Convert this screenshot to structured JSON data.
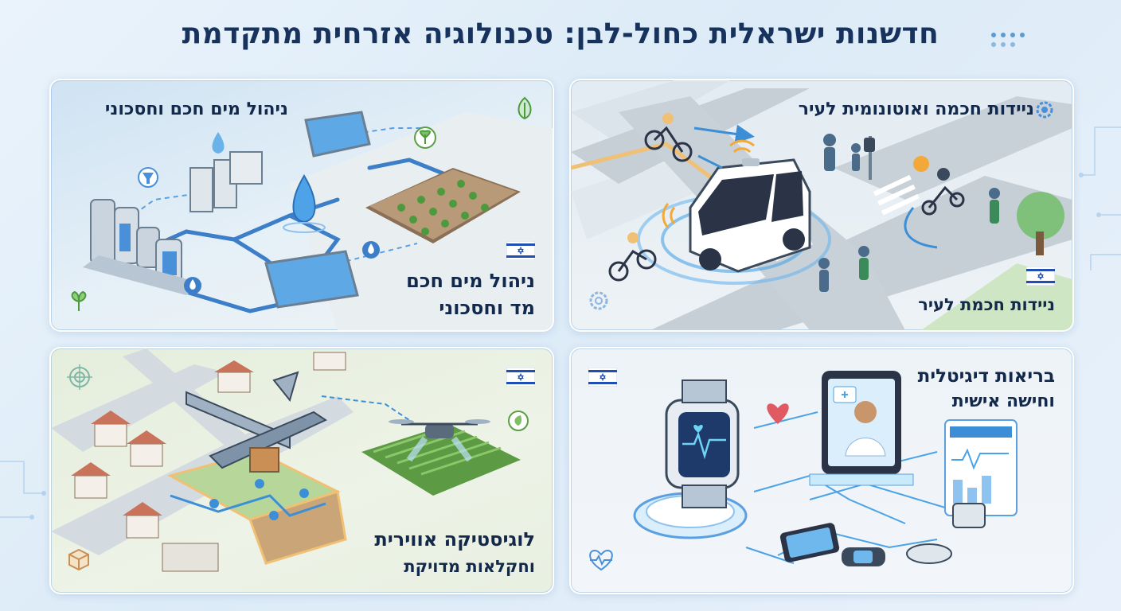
{
  "title": "חדשנות ישראלית כחול-לבן: טכנולוגיה אזרחית מתקדמת",
  "panels": {
    "water": {
      "header": "ניהול מים חכם וחסכוני",
      "caption_line1": "ניהול מים חכם",
      "caption_line2": "מד וחסכוני"
    },
    "mobility": {
      "header": "ניידות חכמה ואוטונומית לעיר",
      "caption": "ניידות חכמת לעיר"
    },
    "logistics": {
      "caption_line1": "לוגיסטיקה אווירית",
      "caption_line2": "וחקלאות מדויקת"
    },
    "health": {
      "header_line1": "בריאות דיגיטלית",
      "header_line2": "וחישה אישית"
    }
  },
  "colors": {
    "title": "#17325c",
    "flag_blue": "#1f4fb5",
    "accent": "#3c8fd6"
  },
  "icons": [
    "leaf-icon",
    "gear-icon",
    "target-icon",
    "package-icon",
    "heart-pulse-icon",
    "israel-flag-icon"
  ]
}
